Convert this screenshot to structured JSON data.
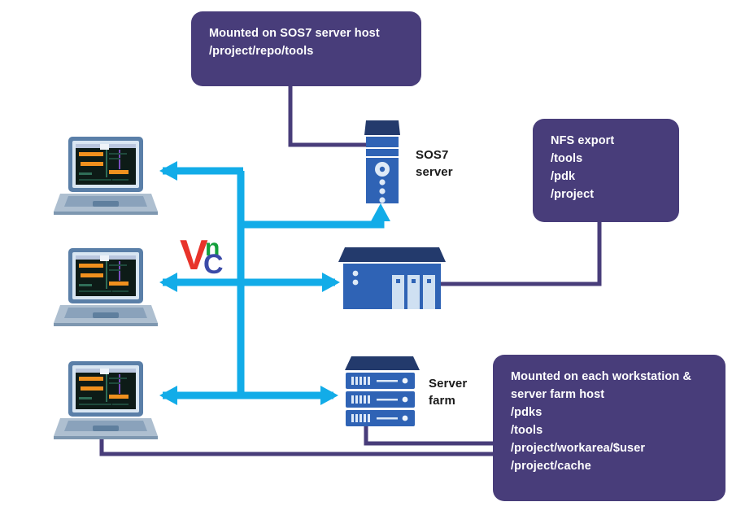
{
  "diagram": {
    "title": "SOS7 / VNC / NFS infrastructure diagram",
    "colors": {
      "purple": "#483d7a",
      "cyan": "#12ace8",
      "server_blue": "#2f63b5",
      "server_navy": "#233a6c",
      "laptop_body": "#9fb4c9",
      "text_dark": "#1a1a1a"
    },
    "callouts": [
      {
        "id": "sos7-mount",
        "lines": [
          "Mounted on SOS7 server host",
          "/project/repo/tools"
        ]
      },
      {
        "id": "nfs-export",
        "lines": [
          "NFS export",
          "/tools",
          "/pdk",
          "/project"
        ]
      },
      {
        "id": "workstation-mount",
        "lines": [
          "Mounted on each workstation &",
          "server farm host",
          "/pdks",
          "/tools",
          "/project/workarea/$user",
          "/project/cache"
        ]
      }
    ],
    "nodes": {
      "sos7_server": {
        "line1": "SOS7",
        "line2": "server"
      },
      "server_farm": {
        "line1": "Server",
        "line2": "farm"
      },
      "nfs_server": {
        "label": ""
      }
    },
    "logo": {
      "name": "vnc-logo",
      "letters": {
        "v": "V",
        "n": "n",
        "c": "C"
      },
      "colors": {
        "v": "#e8332a",
        "n": "#14a03c",
        "c": "#3b4ba8"
      }
    },
    "icons": {
      "laptop": "laptop-icon",
      "tower_server": "tower-server-icon",
      "desktop_server": "desktop-server-icon",
      "rack_server": "rack-server-icon"
    }
  }
}
